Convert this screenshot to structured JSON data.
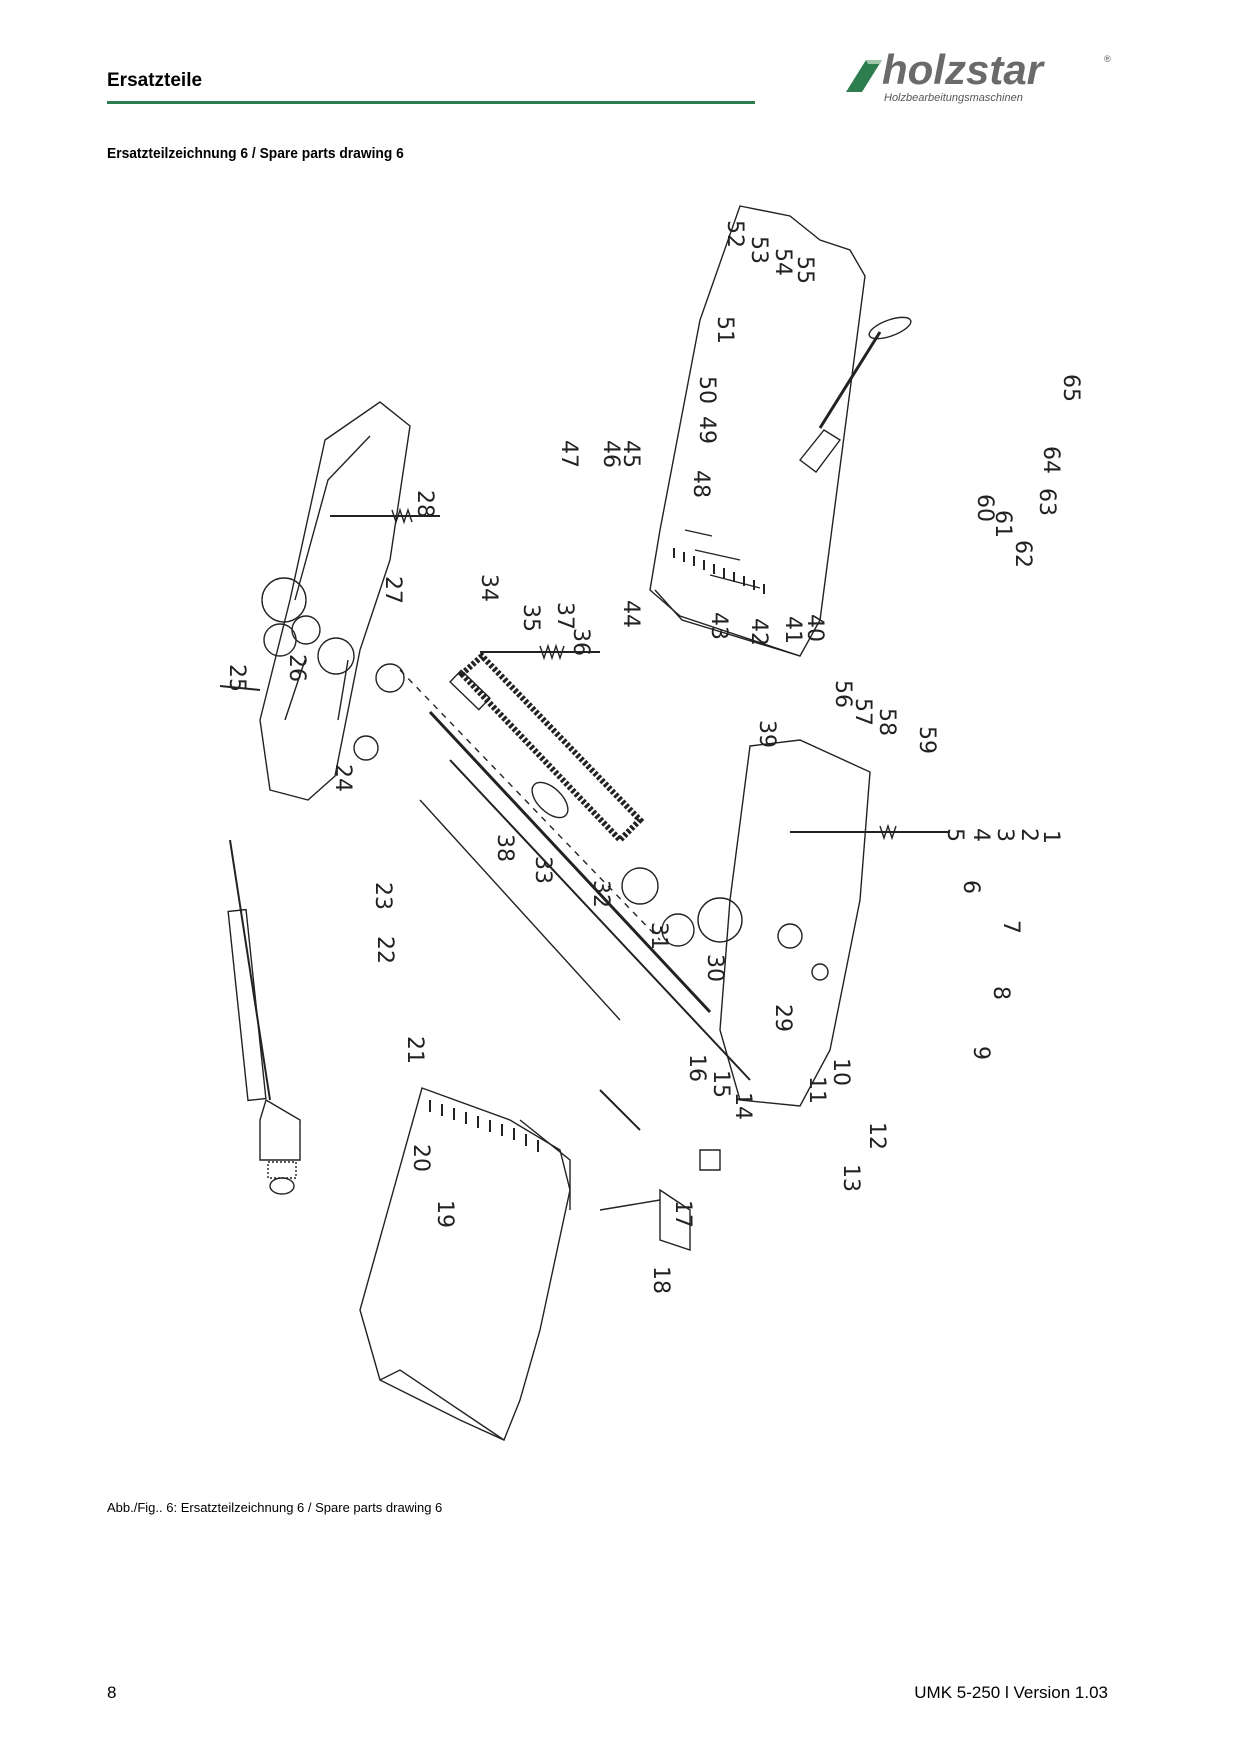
{
  "header": {
    "section_title": "Ersatzteile"
  },
  "logo": {
    "wordmark": "holzstar",
    "registered": "®",
    "tagline": "Holzbearbeitungsmaschinen",
    "accent_color": "#2e7d4f"
  },
  "drawing": {
    "heading": "Ersatzteilzeichnung 6 / Spare parts drawing 6",
    "callouts": [
      "1",
      "2",
      "3",
      "4",
      "5",
      "6",
      "7",
      "8",
      "9",
      "10",
      "11",
      "12",
      "13",
      "14",
      "15",
      "16",
      "17",
      "18",
      "19",
      "20",
      "21",
      "22",
      "23",
      "24",
      "25",
      "26",
      "27",
      "28",
      "29",
      "30",
      "31",
      "32",
      "33",
      "34",
      "35",
      "36",
      "37",
      "38",
      "39",
      "40",
      "41",
      "42",
      "43",
      "44",
      "45",
      "46",
      "47",
      "48",
      "49",
      "50",
      "51",
      "52",
      "53",
      "54",
      "55",
      "56",
      "57",
      "58",
      "59",
      "60",
      "61",
      "62",
      "63",
      "64",
      "65"
    ]
  },
  "caption": "Abb./Fig.. 6: Ersatzteilzeichnung 6 / Spare parts drawing 6",
  "footer": {
    "page_number": "8",
    "doc_version": "UMK 5-250 l Version 1.03"
  }
}
